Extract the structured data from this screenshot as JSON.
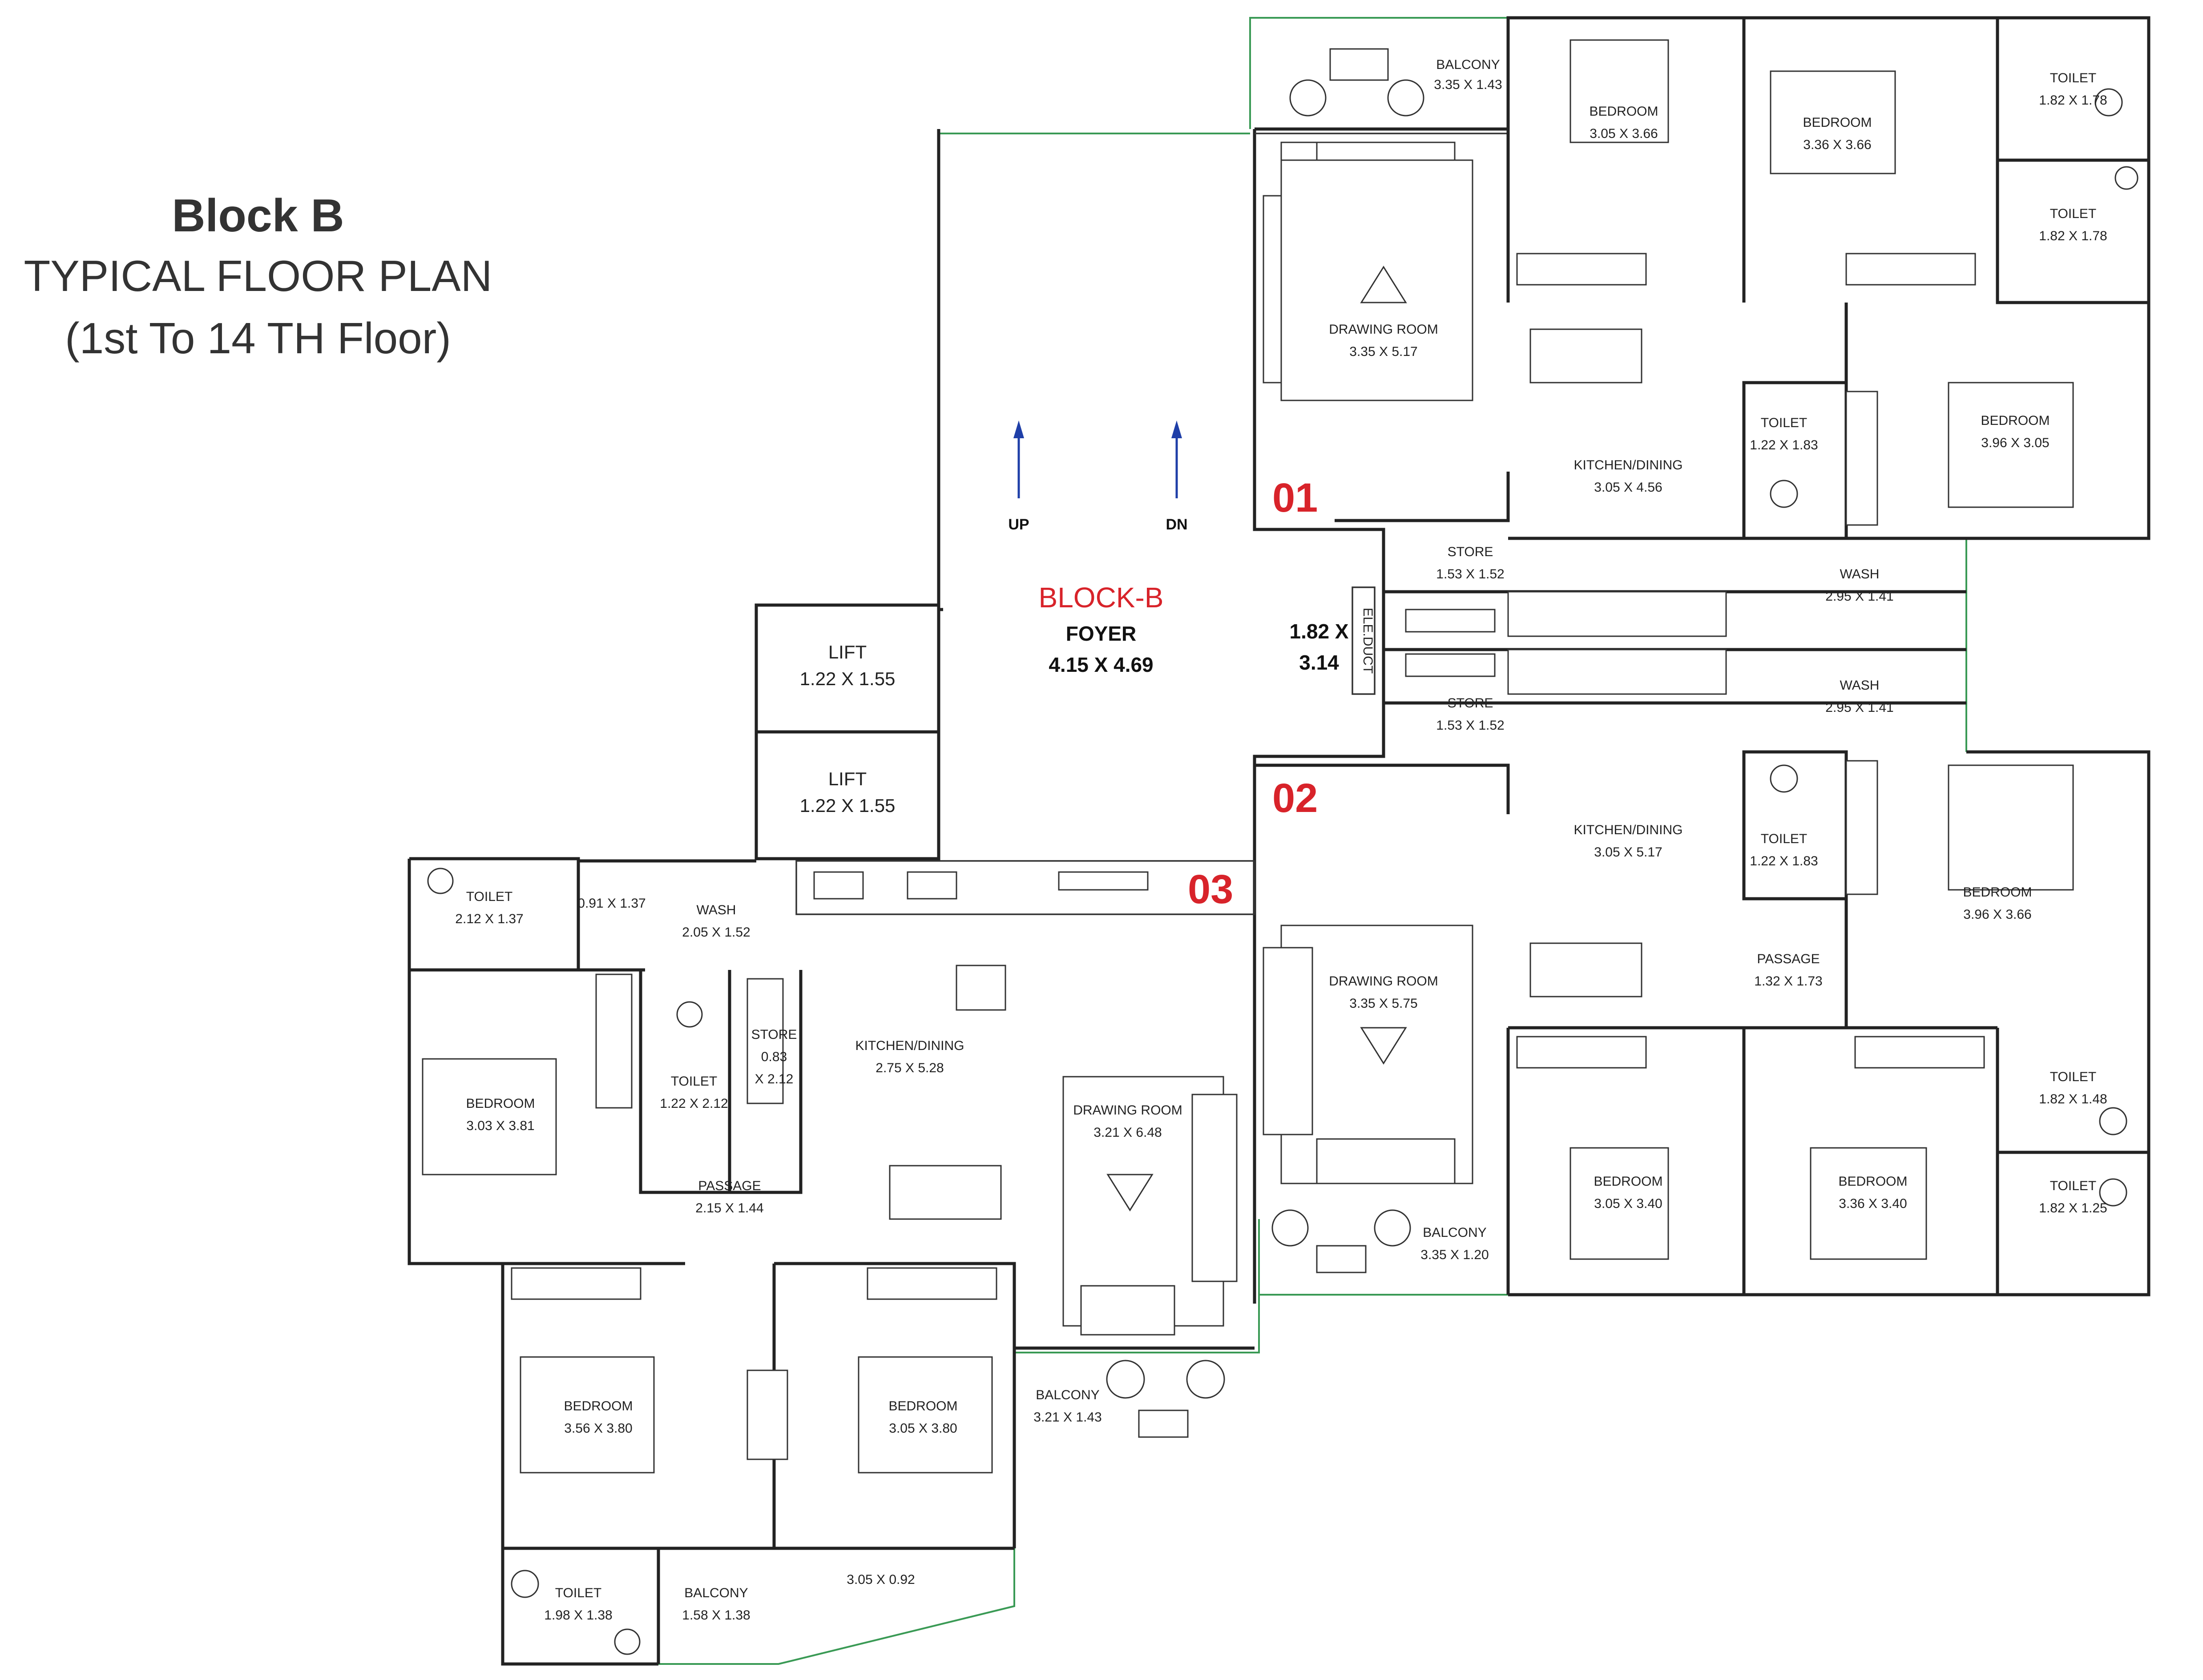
{
  "title": {
    "block": "Block B",
    "plan": "TYPICAL FLOOR PLAN",
    "floors": "(1st To 14 TH Floor)"
  },
  "core": {
    "block_name": "BLOCK-B",
    "foyer_label": "FOYER",
    "foyer_dim": "4.15 X 4.69",
    "stair_up": "UP",
    "stair_down": "DN",
    "lifts": [
      {
        "label": "LIFT",
        "dim": "1.22 X 1.55"
      },
      {
        "label": "LIFT",
        "dim": "1.22 X 1.55"
      }
    ],
    "duct_dim_line1": "1.82 X",
    "duct_dim_line2": "3.14",
    "duct_label": "ELE.DUCT"
  },
  "units": {
    "u01": "01",
    "u02": "02",
    "u03": "03"
  },
  "rooms": {
    "u1_balcony": {
      "name": "BALCONY",
      "dim": "3.35 X 1.43"
    },
    "u1_bed1": {
      "name": "BEDROOM",
      "dim": "3.05 X 3.66"
    },
    "u1_bed2": {
      "name": "BEDROOM",
      "dim": "3.36 X 3.66"
    },
    "u1_toilet1": {
      "name": "TOILET",
      "dim": "1.82 X 1.78"
    },
    "u1_toilet2": {
      "name": "TOILET",
      "dim": "1.82 X 1.78"
    },
    "u1_drawing": {
      "name": "DRAWING ROOM",
      "dim": "3.35 X 5.17"
    },
    "u1_toilet3": {
      "name": "TOILET",
      "dim": "1.22 X 1.83"
    },
    "u1_bed3": {
      "name": "BEDROOM",
      "dim": "3.96 X 3.05"
    },
    "u1_kitchen": {
      "name": "KITCHEN/DINING",
      "dim": "3.05 X 4.56"
    },
    "u1_store": {
      "name": "STORE",
      "dim": "1.53 X 1.52"
    },
    "u1_wash": {
      "name": "WASH",
      "dim": "2.95 X 1.41"
    },
    "u2_store": {
      "name": "STORE",
      "dim": "1.53 X 1.52"
    },
    "u2_wash": {
      "name": "WASH",
      "dim": "2.95 X 1.41"
    },
    "u2_kitchen": {
      "name": "KITCHEN/DINING",
      "dim": "3.05 X 5.17"
    },
    "u2_toilet1": {
      "name": "TOILET",
      "dim": "1.22 X 1.83"
    },
    "u2_bed1": {
      "name": "BEDROOM",
      "dim": "3.96 X 3.66"
    },
    "u2_passage": {
      "name": "PASSAGE",
      "dim": "1.32 X 1.73"
    },
    "u2_drawing": {
      "name": "DRAWING ROOM",
      "dim": "3.35 X 5.75"
    },
    "u2_toilet2": {
      "name": "TOILET",
      "dim": "1.82 X 1.48"
    },
    "u2_toilet3": {
      "name": "TOILET",
      "dim": "1.82 X 1.25"
    },
    "u2_bed2": {
      "name": "BEDROOM",
      "dim": "3.05 X 3.40"
    },
    "u2_bed3": {
      "name": "BEDROOM",
      "dim": "3.36 X 3.40"
    },
    "u2_balcony": {
      "name": "BALCONY",
      "dim": "3.35 X 1.20"
    },
    "u3_toilet1": {
      "name": "TOILET",
      "dim": "2.12 X 1.37"
    },
    "u3_small": {
      "name": "",
      "dim": "0.91 X 1.37"
    },
    "u3_wash": {
      "name": "WASH",
      "dim": "2.05 X 1.52"
    },
    "u3_store": {
      "name": "STORE",
      "dim1": "0.83",
      "dim2": "X 2.12"
    },
    "u3_kitchen": {
      "name": "KITCHEN/DINING",
      "dim": "2.75 X 5.28"
    },
    "u3_bed1": {
      "name": "BEDROOM",
      "dim": "3.03 X 3.81"
    },
    "u3_toilet2": {
      "name": "TOILET",
      "dim": "1.22 X 2.12"
    },
    "u3_passage": {
      "name": "PASSAGE",
      "dim": "2.15 X 1.44"
    },
    "u3_drawing": {
      "name": "DRAWING ROOM",
      "dim": "3.21 X 6.48"
    },
    "u3_bed2": {
      "name": "BEDROOM",
      "dim": "3.56 X 3.80"
    },
    "u3_bed3": {
      "name": "BEDROOM",
      "dim": "3.05 X 3.80"
    },
    "u3_balcony1": {
      "name": "BALCONY",
      "dim": "3.21 X 1.43"
    },
    "u3_toilet3": {
      "name": "TOILET",
      "dim": "1.98 X 1.38"
    },
    "u3_balcony2": {
      "name": "BALCONY",
      "dim": "1.58 X 1.38"
    },
    "u3_balcony2_ext": {
      "name": "",
      "dim": "3.05 X 0.92"
    }
  },
  "colors": {
    "wall": "#222222",
    "railing": "#3a9a55",
    "unit_number": "#d8232a",
    "arrow": "#1f3fa8"
  }
}
